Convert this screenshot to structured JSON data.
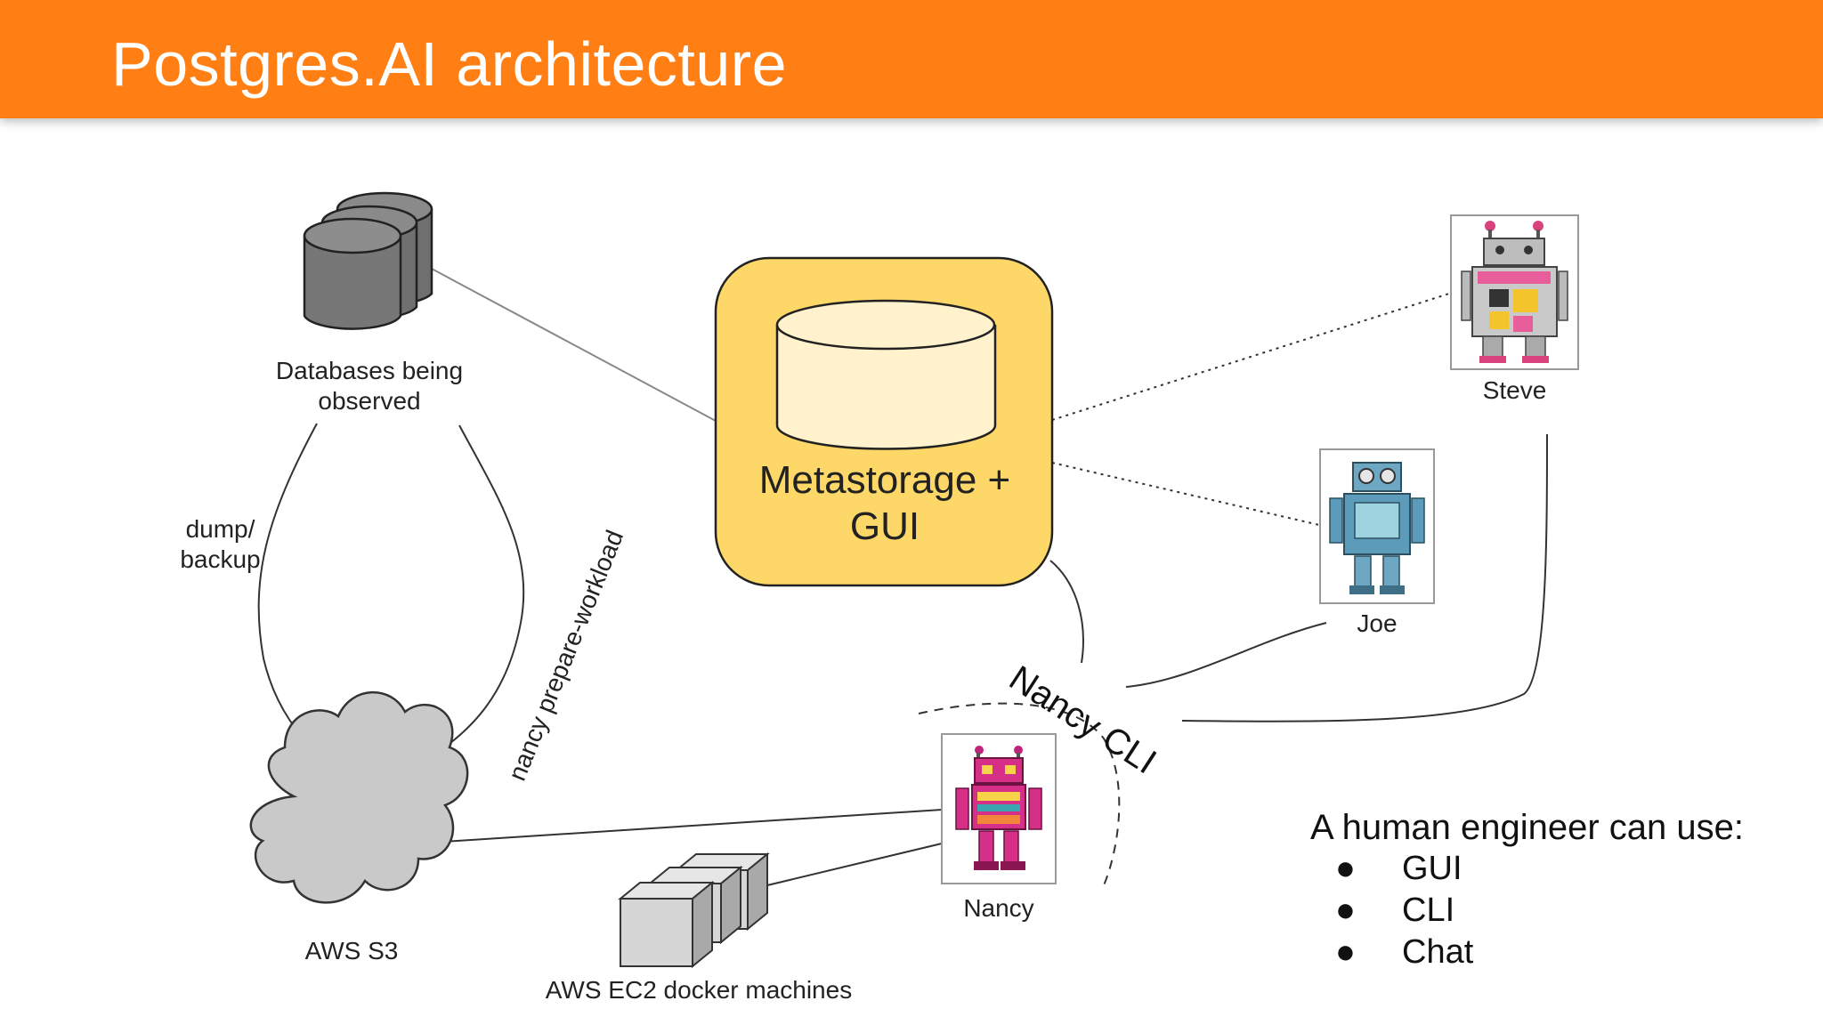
{
  "slide": {
    "title": "Postgres.AI architecture",
    "header_color": "#ff7f15",
    "accent_color": "#fdd868"
  },
  "diagram": {
    "databases_label": "Databases being observed",
    "databases_label_lines": [
      "Databases being",
      "observed"
    ],
    "dump_label_lines": [
      "dump/",
      "backup"
    ],
    "prepare_workload_label": "nancy prepare-workload",
    "metastorage_label_lines": [
      "Metastorage +",
      "GUI"
    ],
    "s3_label": "AWS S3",
    "ec2_label": "AWS EC2 docker machines",
    "nancy_cli_label": "Nancy CLI",
    "robots": [
      {
        "name": "Steve",
        "icon": "robot-steve-icon"
      },
      {
        "name": "Joe",
        "icon": "robot-joe-icon"
      },
      {
        "name": "Nancy",
        "icon": "robot-nancy-icon"
      }
    ]
  },
  "notes": {
    "heading": "A human engineer can use:",
    "items": [
      "GUI",
      "CLI",
      "Chat"
    ],
    "bullet_char": "●"
  }
}
